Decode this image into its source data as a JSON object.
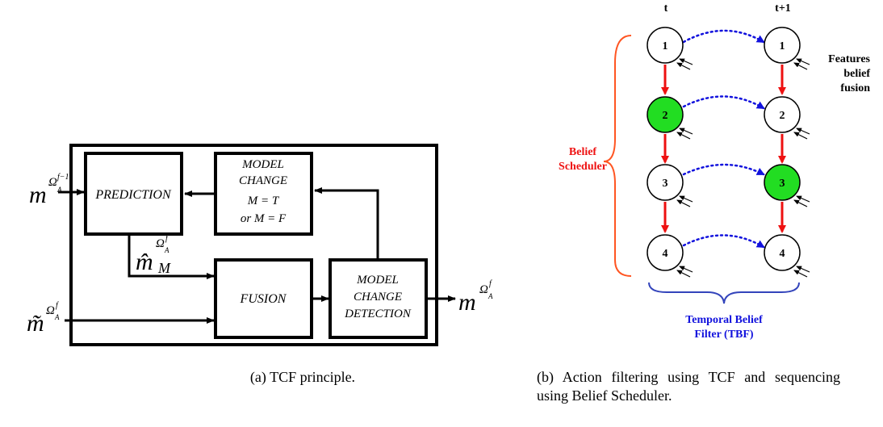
{
  "left_diagram": {
    "blocks": {
      "prediction": "PREDICTION",
      "model_change": [
        "MODEL",
        "CHANGE",
        "M = T",
        "or M = F"
      ],
      "fusion": "FUSION",
      "model_change_detection": [
        "MODEL",
        "CHANGE",
        "DETECTION"
      ]
    },
    "inputs": {
      "prev_base": "m",
      "prev_sup": "Ω",
      "prev_sub": "A",
      "prev_sup2": "f−1",
      "obs_base": "m̃",
      "obs_sup": "Ω",
      "obs_sub": "A",
      "obs_sup2": "f"
    },
    "outputs": {
      "pred_base": "m̂",
      "pred_sup": "Ω",
      "pred_sub": "A",
      "pred_sup2": "f",
      "pred_index": "M",
      "final_base": "m",
      "final_sup": "Ω",
      "final_sub": "A",
      "final_sup2": "f"
    }
  },
  "right_diagram": {
    "time_labels": [
      "t",
      "t+1"
    ],
    "nodes": [
      {
        "col": 0,
        "row": 0,
        "label": "1",
        "active": false
      },
      {
        "col": 0,
        "row": 1,
        "label": "2",
        "active": true
      },
      {
        "col": 0,
        "row": 2,
        "label": "3",
        "active": false
      },
      {
        "col": 0,
        "row": 3,
        "label": "4",
        "active": false
      },
      {
        "col": 1,
        "row": 0,
        "label": "1",
        "active": false
      },
      {
        "col": 1,
        "row": 1,
        "label": "2",
        "active": false
      },
      {
        "col": 1,
        "row": 2,
        "label": "3",
        "active": true
      },
      {
        "col": 1,
        "row": 3,
        "label": "4",
        "active": false
      }
    ],
    "features_label": [
      "Features",
      "belief",
      "fusion"
    ],
    "scheduler_label": [
      "Belief",
      "Scheduler"
    ],
    "tbf_label": [
      "Temporal Belief",
      "Filter (TBF)"
    ],
    "colors": {
      "active_fill": "#22dd22",
      "scheduler": "#ee1111",
      "scheduler_brace": "#ff5522",
      "temporal": "#1111dd",
      "tbf_brace": "#3344bb"
    }
  },
  "captions": {
    "a": "(a) TCF principle.",
    "b": "(b) Action filtering using TCF and sequencing using Belief Scheduler."
  }
}
